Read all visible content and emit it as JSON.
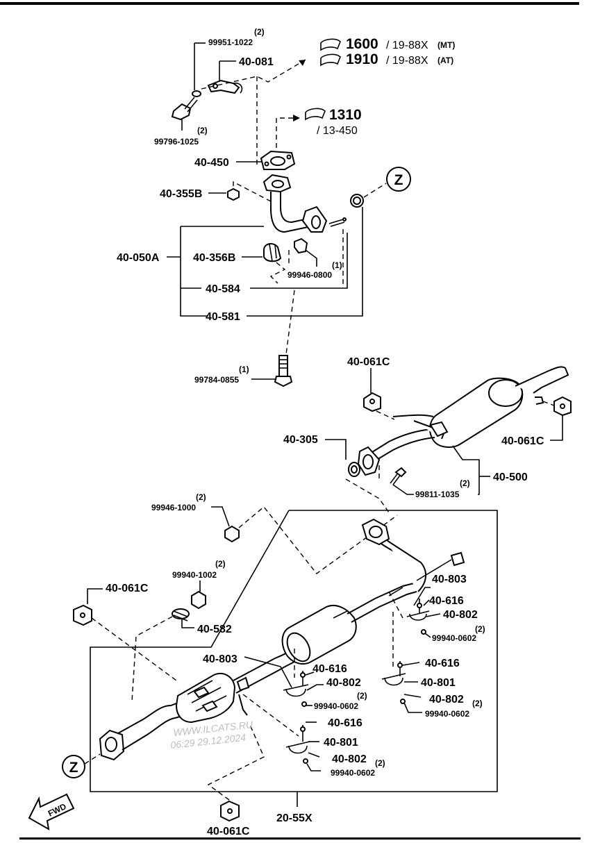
{
  "refs": {
    "ref_1600_num": "1600",
    "ref_1600_rest": "/ 19-88X",
    "ref_1600_note": "(MT)",
    "ref_1910_num": "1910",
    "ref_1910_rest": "/ 19-88X",
    "ref_1910_note": "(AT)",
    "ref_1310_num": "1310",
    "ref_1310_rest": "/ 13-450"
  },
  "parts": {
    "p_99951_1022": "99951-1022",
    "q_99951_1022": "(2)",
    "p_40_081": "40-081",
    "p_99796_1025": "99796-1025",
    "q_99796_1025": "(2)",
    "p_40_450": "40-450",
    "p_40_355b": "40-355B",
    "p_40_050a": "40-050A",
    "p_40_356b": "40-356B",
    "p_99946_0800": "99946-0800",
    "q_99946_0800": "(1)",
    "p_40_584": "40-584",
    "p_40_581": "40-581",
    "p_99784_0855": "99784-0855",
    "q_99784_0855": "(1)",
    "p_40_061c_a": "40-061C",
    "p_40_061c_b": "40-061C",
    "p_40_305": "40-305",
    "p_40_500": "40-500",
    "p_99811_1035": "99811-1035",
    "q_99811_1035": "(2)",
    "p_99946_1000": "99946-1000",
    "q_99946_1000": "(2)",
    "p_99940_1002": "99940-1002",
    "q_99940_1002": "(2)",
    "p_40_061c_c": "40-061C",
    "p_40_582": "40-582",
    "p_40_803_a": "40-803",
    "p_40_616_a": "40-616",
    "p_40_802_a": "40-802",
    "p_99940_0602_a": "99940-0602",
    "q_99940_0602_a": "(2)",
    "p_40_803_b": "40-803",
    "p_40_616_b": "40-616",
    "p_40_802_b": "40-802",
    "p_99940_0602_b": "99940-0602",
    "q_99940_0602_b": "(2)",
    "p_40_616_c": "40-616",
    "p_40_801_c": "40-801",
    "p_40_802_c": "40-802",
    "p_99940_0602_c": "99940-0602",
    "q_99940_0602_c": "(2)",
    "p_40_616_d": "40-616",
    "p_40_801_d": "40-801",
    "p_40_802_d": "40-802",
    "p_99940_0602_d": "99940-0602",
    "q_99940_0602_d": "(2)",
    "p_20_55x": "20-55X",
    "p_40_061c_d": "40-061C"
  },
  "markers": {
    "z_top": "Z",
    "z_bottom": "Z",
    "fwd": "FWD"
  },
  "watermark": {
    "line1": "WWW.ILCATS.RU",
    "line2": "06:29 29.12.2024"
  }
}
